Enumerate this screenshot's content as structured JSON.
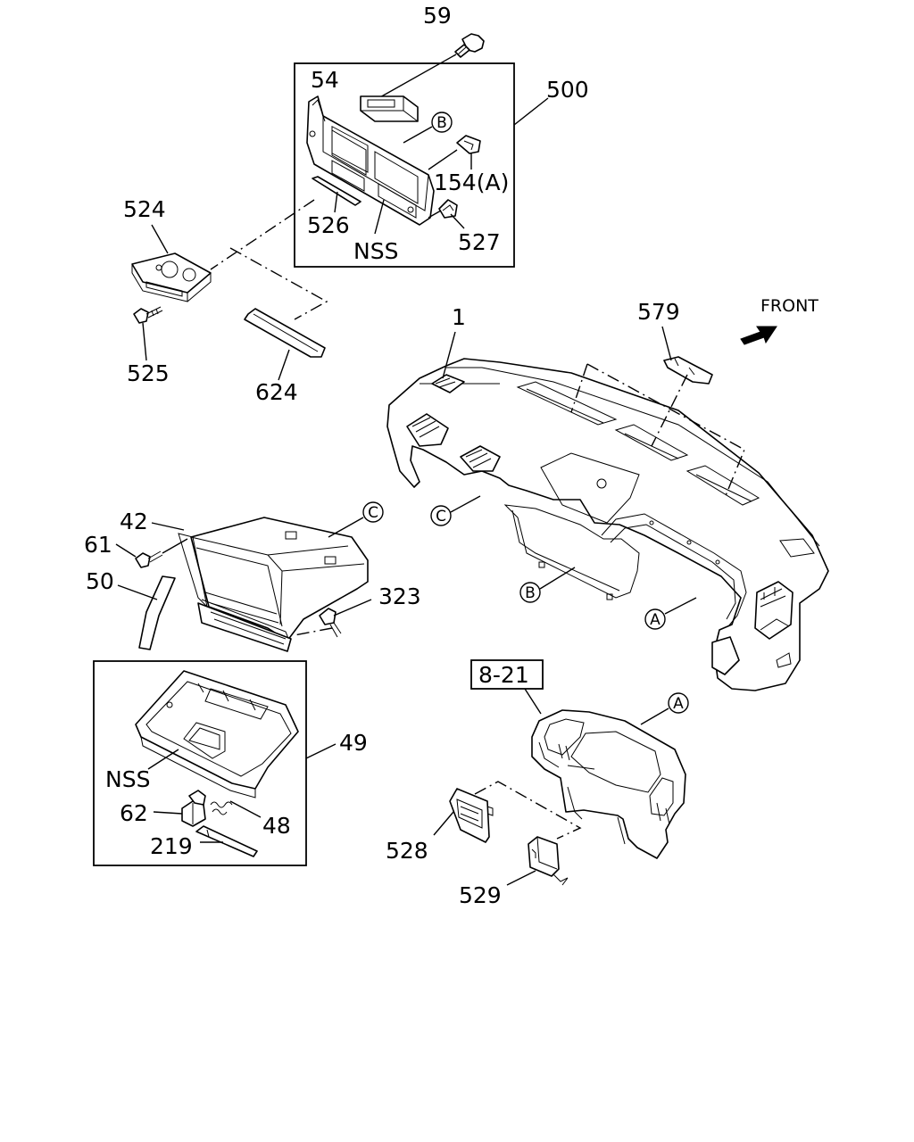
{
  "labels": {
    "p59": "59",
    "p54": "54",
    "p500": "500",
    "pB_top": "B",
    "p154A": "154(A)",
    "p526": "526",
    "p527": "527",
    "pNSS_top": "NSS",
    "p524": "524",
    "p525": "525",
    "p624": "624",
    "p1": "1",
    "p579": "579",
    "front": "FRONT",
    "pC_dash": "C",
    "pC_box": "C",
    "pB_dash": "B",
    "pA_dash": "A",
    "p42": "42",
    "p61": "61",
    "p50": "50",
    "p323": "323",
    "p49": "49",
    "pNSS_glove": "NSS",
    "p62": "62",
    "p48": "48",
    "p219": "219",
    "ref821": "8-21",
    "pA_cluster": "A",
    "p528": "528",
    "p529": "529"
  }
}
